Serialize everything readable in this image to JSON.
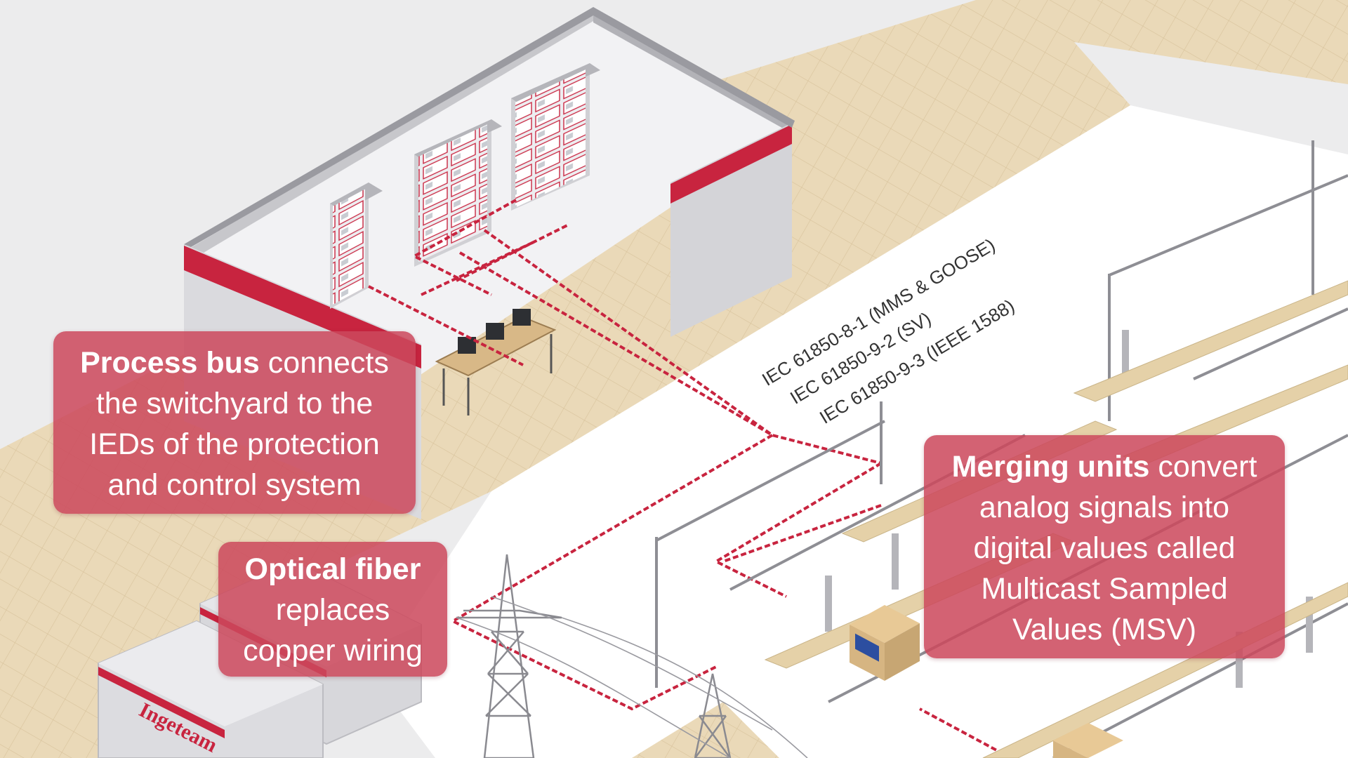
{
  "callouts": {
    "process_bus": {
      "bold": "Process bus",
      "line1_rest": " connects",
      "line2": "the switchyard to the",
      "line3": "IEDs of the protection",
      "line4": "and control system"
    },
    "optical_fiber": {
      "bold": "Optical fiber",
      "line2": "replaces",
      "line3": "copper wiring"
    },
    "merging_units": {
      "bold": "Merging units",
      "line1_rest": " convert",
      "line2": "analog signals into",
      "line3": "digital values called",
      "line4": "Multicast Sampled",
      "line5": "Values (MSV)"
    }
  },
  "standards": [
    "IEC 61850-8-1 (MMS & GOOSE)",
    "IEC 61850-9-2 (SV)",
    "IEC 61850-9-3 (IEEE 1588)"
  ],
  "containers": {
    "brand": "Ingeteam",
    "brand_partial": "eam"
  },
  "colors": {
    "accent_red": "#c8243f",
    "callout_fill": "#cc485c",
    "ground_tan": "#ead9b8",
    "building_grey": "#d9d9dc",
    "background": "#ececed"
  }
}
